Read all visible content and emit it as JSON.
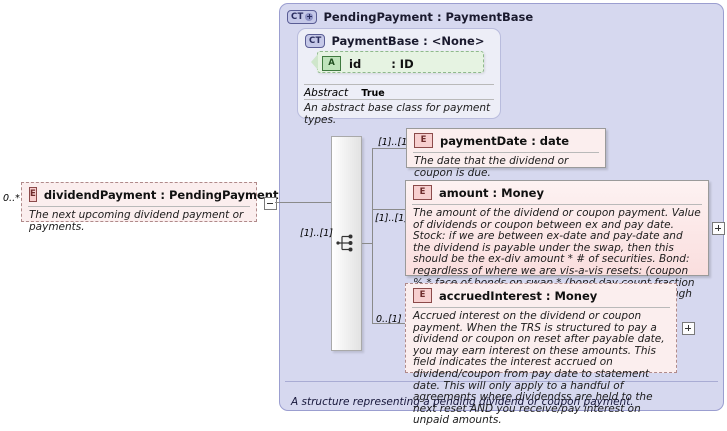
{
  "diagram": {
    "type": "xsd-schema-diagram",
    "root_element": {
      "cardinality": "0..*",
      "badge": "E",
      "badge_name": "element-badge",
      "title": "dividendPayment : PendingPayment",
      "description": "The next upcoming dividend payment or payments.",
      "expander": "minus"
    },
    "complex_type": {
      "badge": "CT",
      "badge_name": "complextype-badge-expandable",
      "title": "PendingPayment : PaymentBase",
      "footer_note": "A structure representing a pending dividend or coupon payment."
    },
    "base_type": {
      "badge": "CT",
      "badge_name": "complextype-badge",
      "title": "PaymentBase : <None>",
      "attribute": {
        "badge": "A",
        "name": "id",
        "type": ": ID"
      },
      "facets": [
        {
          "key": "Abstract",
          "value": "True"
        }
      ],
      "description": "An abstract base class for payment types."
    },
    "compositor": {
      "kind": "sequence",
      "cardinality": "[1]..[1]"
    },
    "children": [
      {
        "cardinality": "[1]..[1]",
        "badge": "E",
        "title": "paymentDate : date",
        "description": "The date that the dividend or coupon is due.",
        "expander": "none",
        "dashed": false
      },
      {
        "cardinality": "[1]..[1]",
        "badge": "E",
        "title": "amount   : Money",
        "description": "The amount of the dividend or coupon payment. Value of dividends or coupon between ex and pay date. Stock: if we are between ex-date and pay-date and the dividend is payable under the swap, then this should be the ex-div amount * # of securities. Bond: regardless of where we are vis-a-vis resets: (coupon % * face of bonds on swap * (bond day count fraction using days last coupon pay date of the bond through today).",
        "expander": "plus",
        "dashed": false
      },
      {
        "cardinality": "0..[1]",
        "badge": "E",
        "title": "accruedInterest : Money",
        "description": "Accrued interest on the dividend or coupon payment. When the TRS is structured to pay a dividend or coupon on reset after payable date, you may earn interest on these amounts. This field indicates the interest accrued on dividend/coupon from pay date to statement date. This will only apply to a handful of agreements where dividendss are held to the next reset AND you receive/pay interest on unpaid amounts.",
        "expander": "plus",
        "dashed": true
      }
    ],
    "colors": {
      "panel_outer": "#d6d8ef",
      "panel_inner": "#edeef7",
      "element_fill": "#fbeeee",
      "attribute_fill": "#e6f3e2",
      "line": "#8a8a8a"
    }
  }
}
